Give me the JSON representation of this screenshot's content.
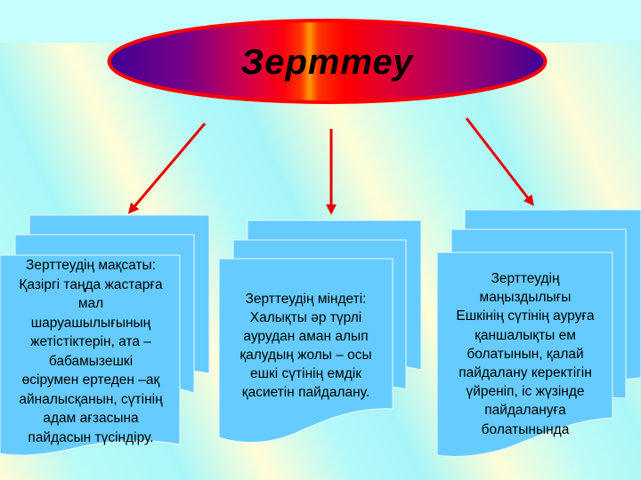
{
  "colors": {
    "background_light": "#c6fdfd",
    "box_fill": "#66ccff",
    "box_border": "#e8f8ff",
    "ellipse_edge": "#4b0096",
    "ellipse_center": "#ff0000",
    "ellipse_highlight": "#ff9900",
    "ellipse_stroke": "#ff0000",
    "arrow": "#e60000",
    "text": "#000000"
  },
  "title": {
    "label": "Зерттеу",
    "shape": "ellipse"
  },
  "arrows": [
    {
      "direction": "down-left",
      "target": "goal"
    },
    {
      "direction": "down",
      "target": "task"
    },
    {
      "direction": "down-right",
      "target": "significance"
    }
  ],
  "boxes": [
    {
      "id": "goal",
      "text": "Зерттеудің мақсаты:\nҚазіргі таңда жастарға\nмал\nшаруашылығының\nжетістіктерін, ата –\nбабамызешкі\nөсірумен ертеден –ақ\nайналысқанын, сүтінің\nадам ағзасына\nпайдасын түсіндіру."
    },
    {
      "id": "task",
      "text": "Зерттеудің міндеті:\nХалықты әр түрлі\nаурудан аман алып\nқалудың жолы – осы\nешкі сүтінің емдік\nқасиетін пайдалану."
    },
    {
      "id": "significance",
      "text": "Зерттеудің\nмаңыздылығы\nЕшкінің сүтінің ауруға\nқаншалықты ем\nболатынын, қалай\nпайдалану керектігін\nүйреніп, іс жүзінде\nпайдалануға\nболатынында"
    }
  ]
}
